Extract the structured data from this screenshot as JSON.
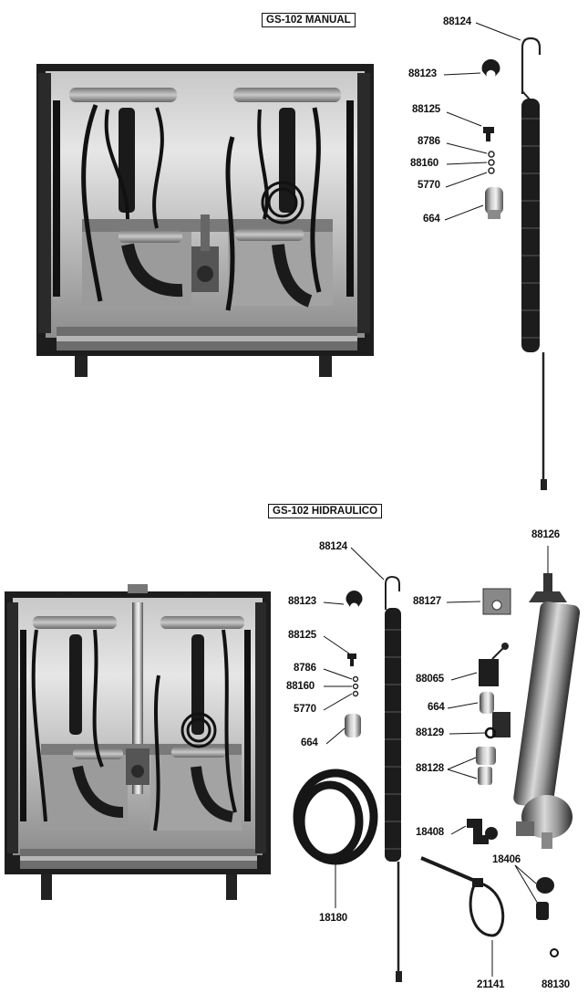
{
  "sections": {
    "manual": {
      "title": "GS-102 MANUAL",
      "labels": {
        "p88124": "88124",
        "p88123": "88123",
        "p88125": "88125",
        "p8786": "8786",
        "p88160": "88160",
        "p5770": "5770",
        "p664": "664"
      }
    },
    "hidraulico": {
      "title": "GS-102 HIDRAULICO",
      "labels": {
        "p88124": "88124",
        "p88126": "88126",
        "p88123": "88123",
        "p88127": "88127",
        "p88125": "88125",
        "p8786": "8786",
        "p88065": "88065",
        "p88160": "88160",
        "p5770": "5770",
        "p664a": "664",
        "p664b": "664",
        "p88129": "88129",
        "p88128": "88128",
        "p18408": "18408",
        "p18406": "18406",
        "p18180": "18180",
        "p21141": "21141",
        "p88130": "88130"
      }
    }
  }
}
